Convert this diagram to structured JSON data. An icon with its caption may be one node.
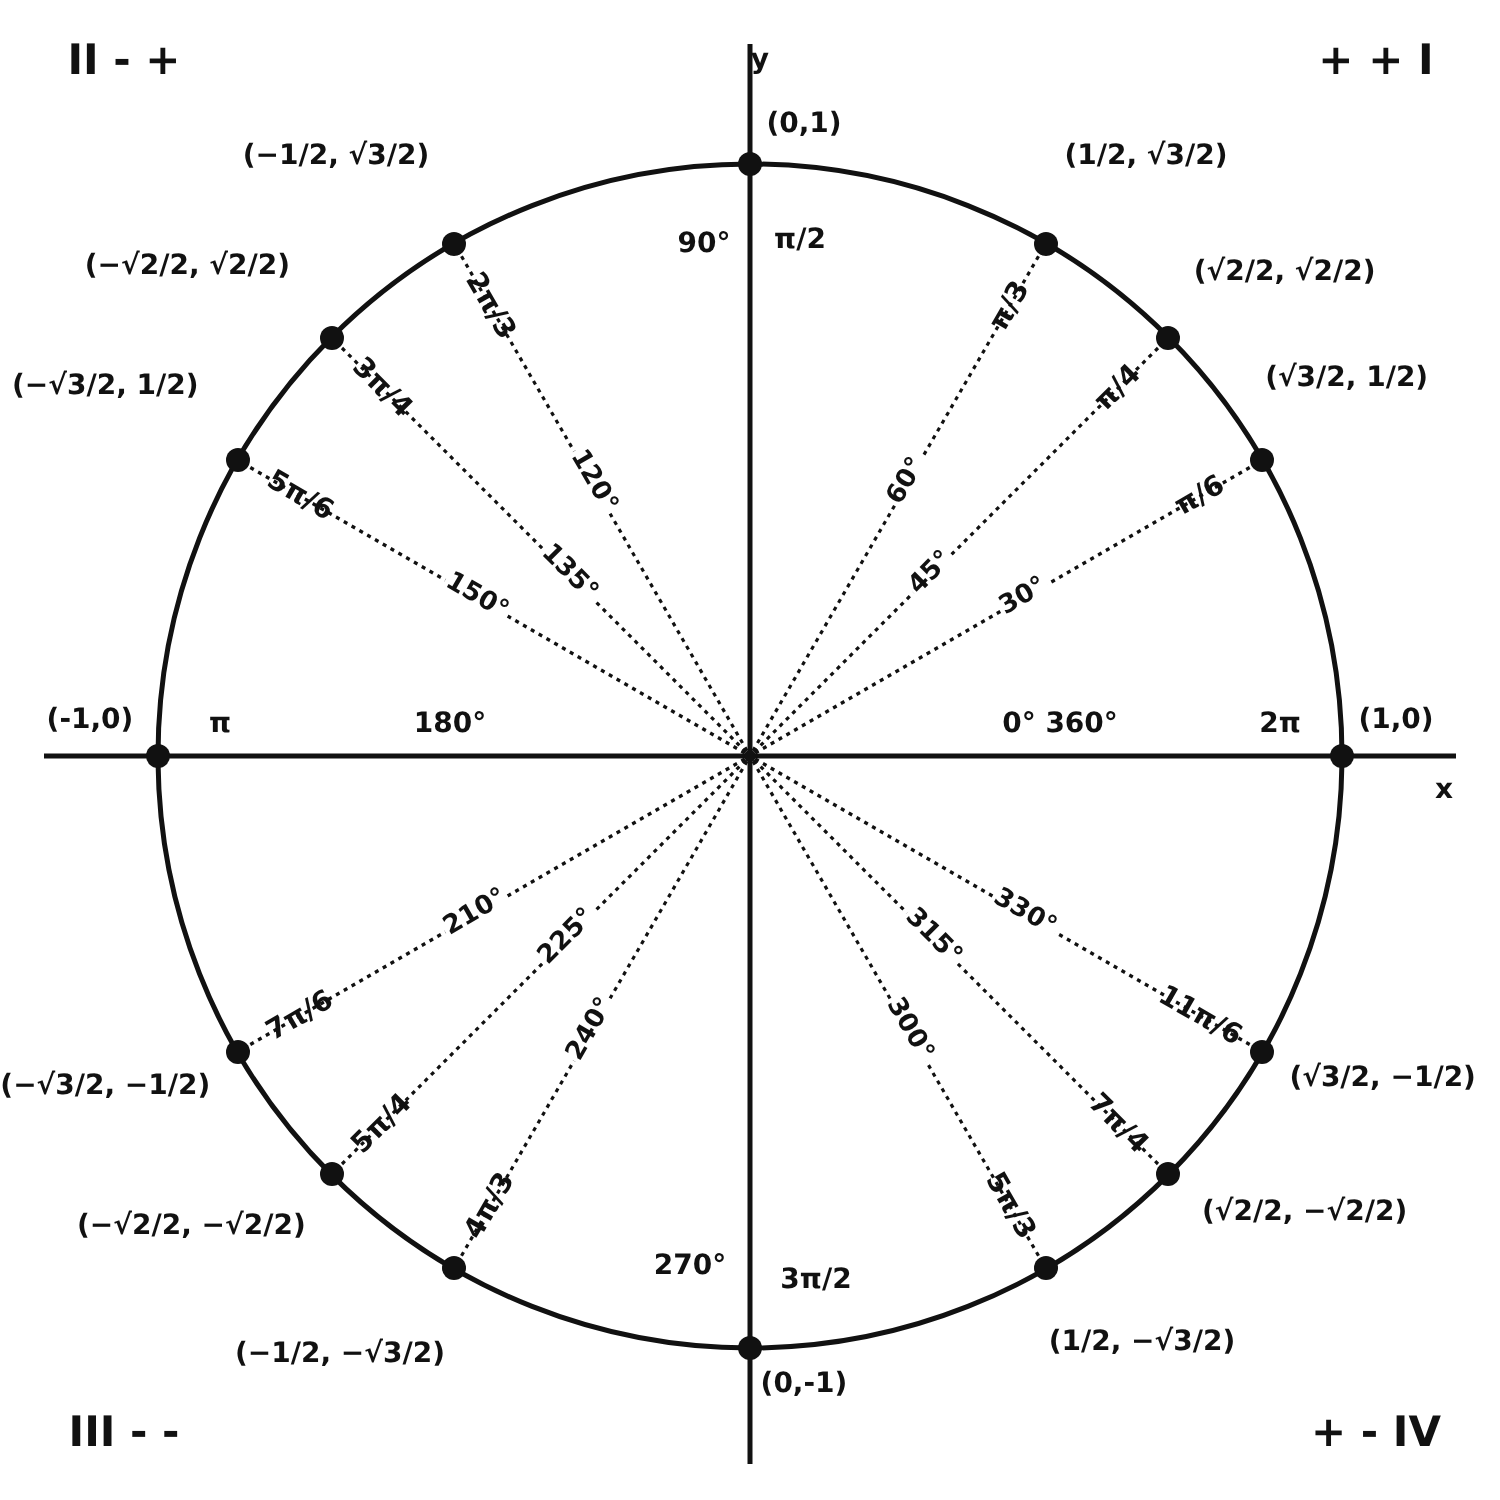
{
  "diagram": {
    "nodes": [
      {
        "text": [],
        "shape": "circle"
      },
      {
        "text": [],
        "shape": "circle",
        "beside": [
          "(0,1)",
          "90°",
          "π/2"
        ]
      },
      {
        "text": [],
        "shape": "circle",
        "beside": [
          "(−1/2, √3/2)",
          "2π/3"
        ]
      },
      {
        "text": [],
        "shape": "circle",
        "beside": [
          "(1/2, √3/2)",
          "π/3"
        ]
      },
      {
        "text": [],
        "shape": "circle",
        "beside": [
          "(−√2/2, √2/2)",
          "3π/4"
        ]
      },
      {
        "text": [],
        "shape": "circle",
        "beside": [
          "(√2/2, √2/2)",
          "π/4"
        ]
      },
      {
        "text": [],
        "shape": "circle",
        "beside": [
          "(−√3/2, 1/2)",
          "5π/6"
        ]
      },
      {
        "text": [],
        "shape": "circle",
        "beside": [
          "(√3/2, 1/2)",
          "π/6"
        ]
      },
      {
        "text": [],
        "shape": "circle",
        "beside": [
          "(-1,0)",
          "π"
        ]
      },
      {
        "text": [],
        "shape": "circle",
        "beside": [
          "(1,0)",
          "2π"
        ]
      },
      {
        "text": [],
        "shape": "circle",
        "beside": [
          "(−√3/2, −1/2)",
          "7π/6"
        ]
      },
      {
        "text": [],
        "shape": "circle",
        "beside": [
          "(√3/2, −1/2)",
          "11π/6"
        ]
      },
      {
        "text": [],
        "shape": "circle",
        "beside": [
          "(−√2/2, −√2/2)",
          "5π/4"
        ]
      },
      {
        "text": [],
        "shape": "circle",
        "beside": [
          "(√2/2, −√2/2)",
          "7π/4"
        ]
      },
      {
        "text": [],
        "shape": "circle",
        "beside": [
          "(−1/2, −√3/2)",
          "4π/3"
        ]
      },
      {
        "text": [],
        "shape": "circle",
        "beside": [
          "(1/2, −√3/2)",
          "5π/3"
        ]
      },
      {
        "text": [],
        "shape": "circle",
        "beside": [
          "(0,-1)",
          "270°",
          "3π/2"
        ]
      }
    ],
    "edges": [
      {
        "from": 0,
        "to": 2,
        "arrow": "none",
        "style": "dashed",
        "label": "120°"
      },
      {
        "from": 0,
        "to": 3,
        "arrow": "none",
        "style": "dashed",
        "label": "60°"
      },
      {
        "from": 0,
        "to": 4,
        "arrow": "none",
        "style": "dashed",
        "label": "135°"
      },
      {
        "from": 0,
        "to": 5,
        "arrow": "none",
        "style": "dashed",
        "label": "45°"
      },
      {
        "from": 0,
        "to": 6,
        "arrow": "none",
        "style": "dashed",
        "label": "150°"
      },
      {
        "from": 0,
        "to": 7,
        "arrow": "none",
        "style": "dashed",
        "label": "30°"
      },
      {
        "from": 0,
        "to": 10,
        "arrow": "none",
        "style": "dashed",
        "label": "210°"
      },
      {
        "from": 0,
        "to": 11,
        "arrow": "none",
        "style": "dashed",
        "label": "330°"
      },
      {
        "from": 0,
        "to": 12,
        "arrow": "none",
        "style": "dashed",
        "label": "225°"
      },
      {
        "from": 0,
        "to": 13,
        "arrow": "none",
        "style": "dashed",
        "label": "315°"
      },
      {
        "from": 0,
        "to": 14,
        "arrow": "none",
        "style": "dashed",
        "label": "240°"
      },
      {
        "from": 0,
        "to": 15,
        "arrow": "none",
        "style": "dashed",
        "label": "300°"
      }
    ],
    "labels": [
      "II - +",
      "y",
      "+ + I",
      "180°",
      "0° 360°",
      "x",
      "III - -",
      "+ - IV"
    ]
  }
}
